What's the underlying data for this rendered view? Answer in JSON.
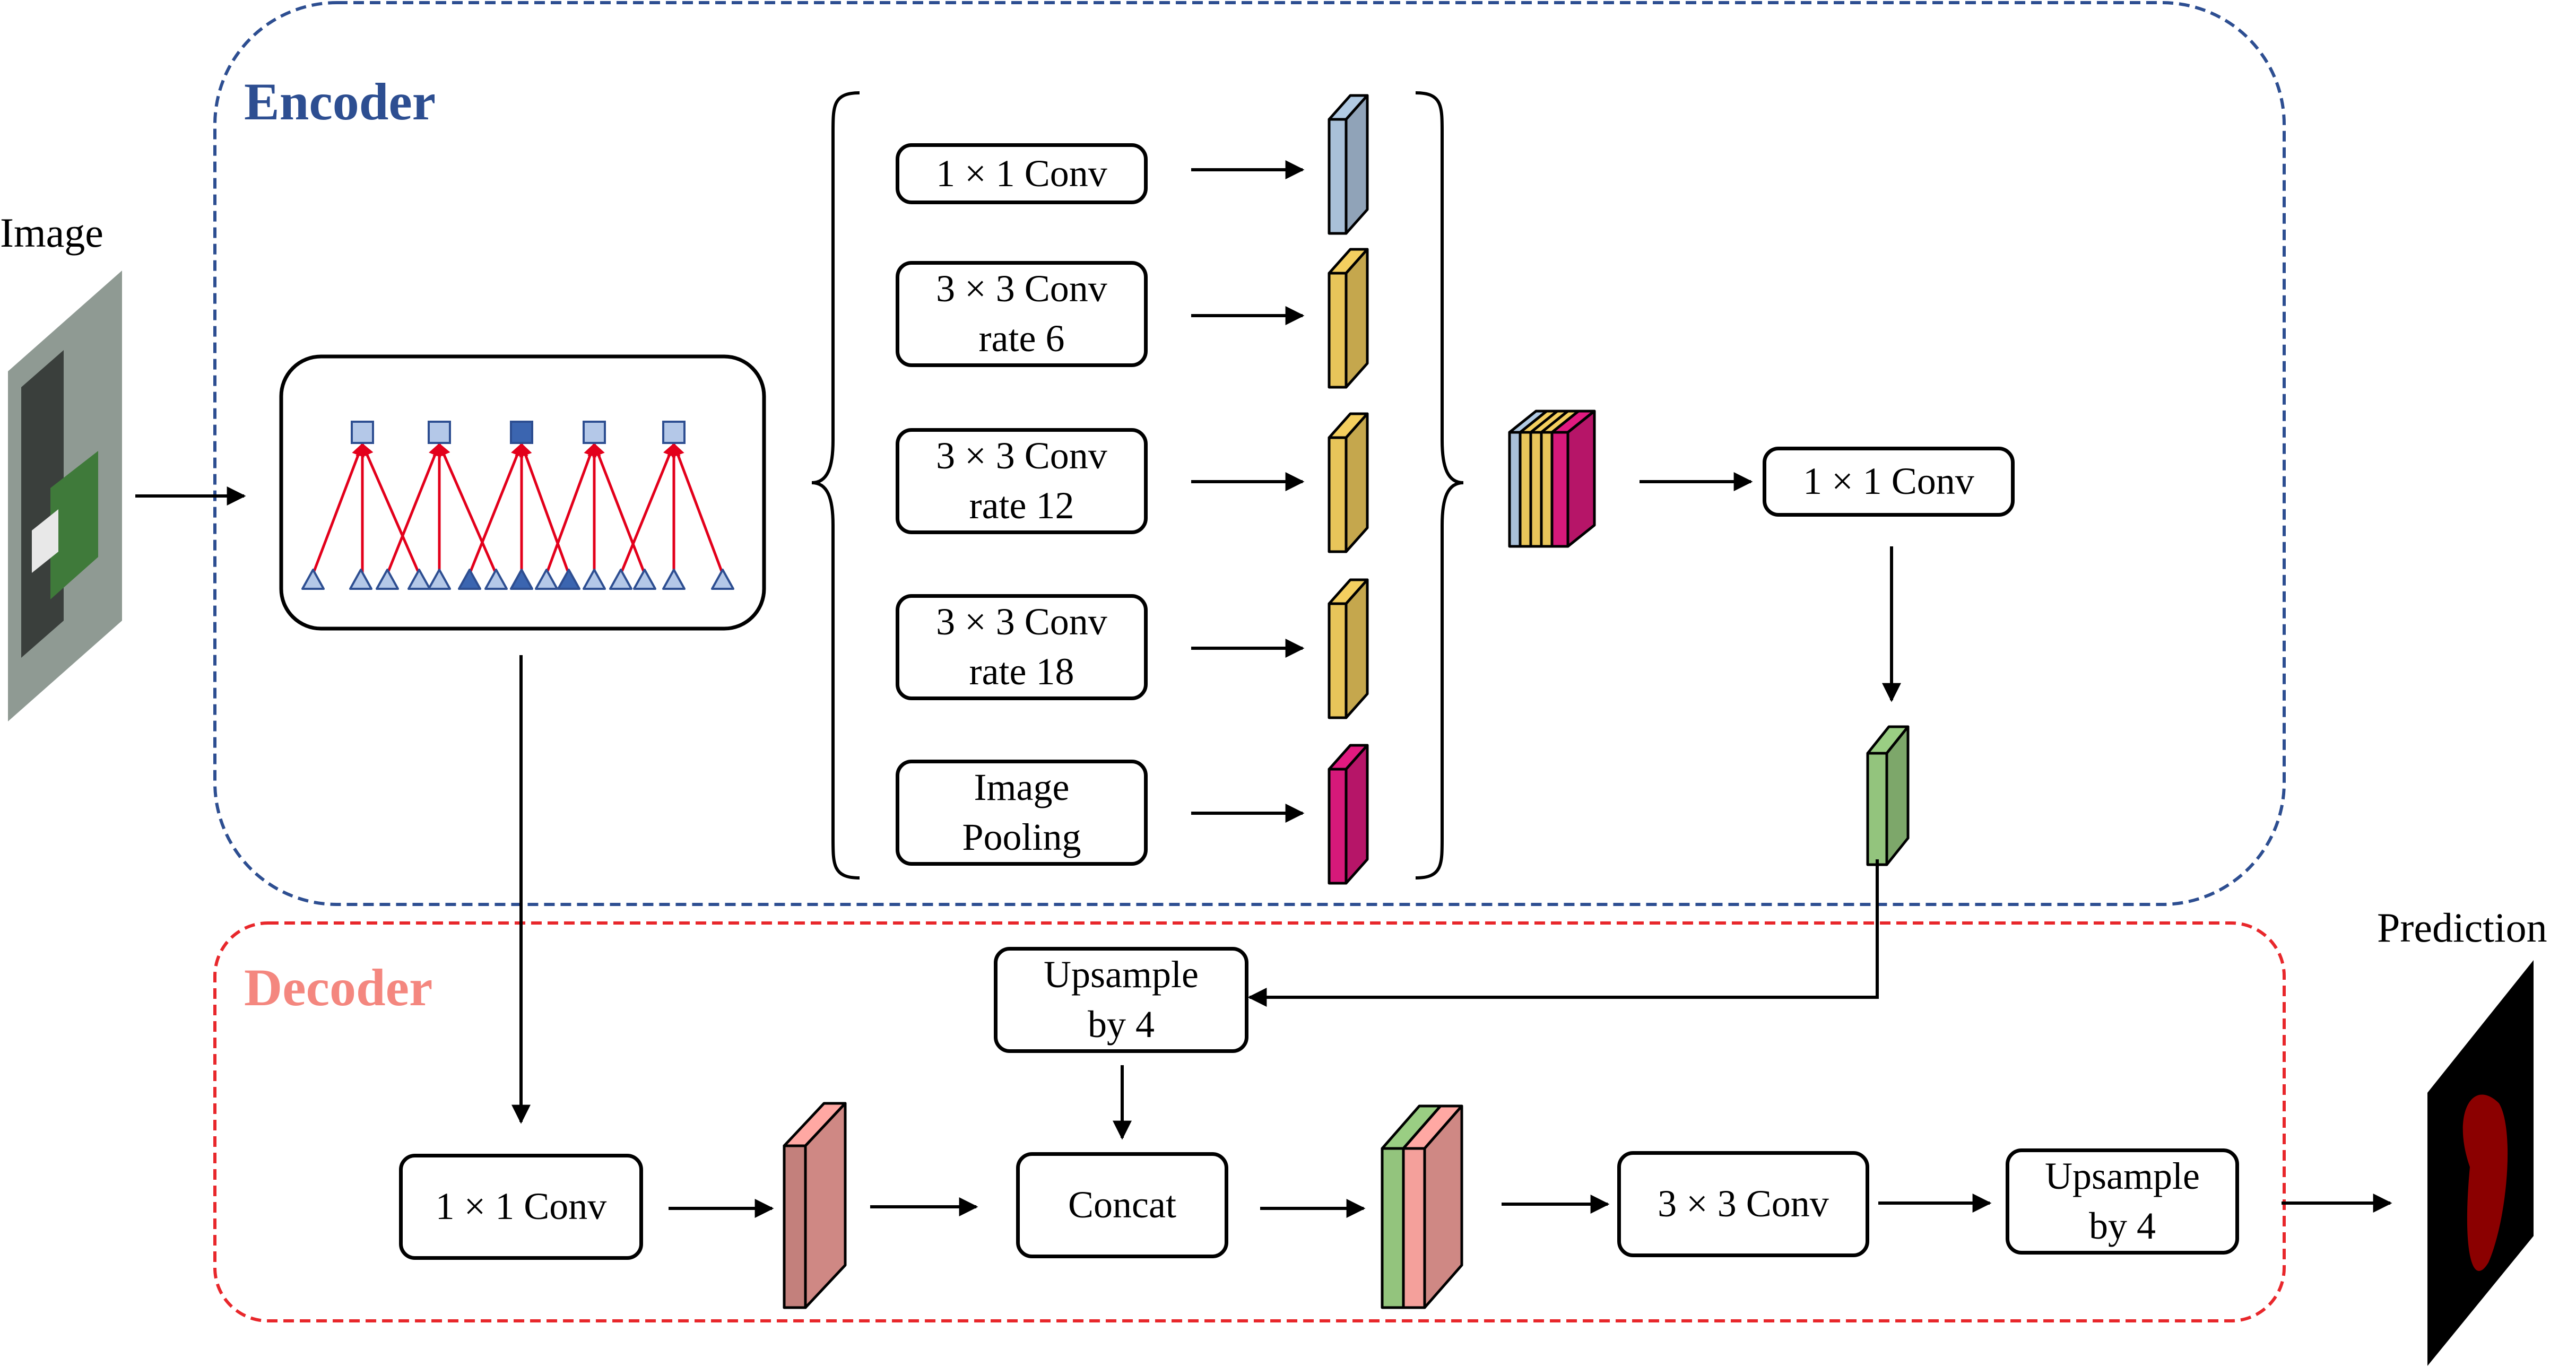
{
  "input_label": "Image",
  "output_label": "Prediction",
  "encoder": {
    "title": "Encoder",
    "branches": [
      {
        "line1": "1 × 1 Conv",
        "line2": ""
      },
      {
        "line1": "3 × 3 Conv",
        "line2": "rate 6"
      },
      {
        "line1": "3 × 3 Conv",
        "line2": "rate 12"
      },
      {
        "line1": "3 × 3 Conv",
        "line2": "rate 18"
      },
      {
        "line1": "Image",
        "line2": "Pooling"
      }
    ],
    "fuse_conv": "1 × 1 Conv"
  },
  "decoder": {
    "title": "Decoder",
    "upsample_top": {
      "line1": "Upsample",
      "line2": "by 4"
    },
    "low_level_conv": "1 × 1 Conv",
    "concat": "Concat",
    "refine_conv": "3 × 3 Conv",
    "upsample_final": {
      "line1": "Upsample",
      "line2": "by 4"
    }
  },
  "colors": {
    "encoder_border": "#2d4e91",
    "decoder_border": "#e8272b",
    "branch_blue": "#a9c0d8",
    "branch_yellow": "#e8c55a",
    "branch_magenta": "#d6197a",
    "bottleneck_green": "#93c47d",
    "decoder_red": "#f4a09b",
    "red_arrow": "#e3001b",
    "atrous_blue": "#3b65b0",
    "atrous_light": "#b4c8e8"
  }
}
